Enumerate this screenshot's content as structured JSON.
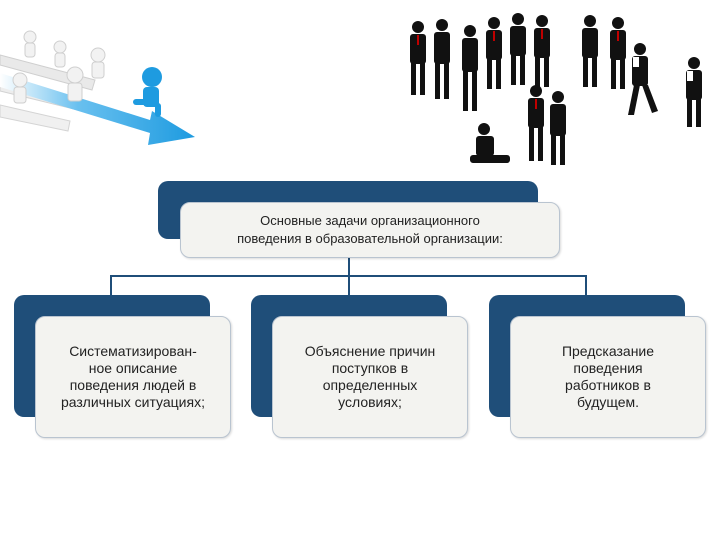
{
  "diagram": {
    "root": {
      "label": "Основные задачи организационного\nповедения в образовательной организации:"
    },
    "children": [
      {
        "label": "Систематизирован-\nное описание\nповедения людей в\nразличных ситуациях;"
      },
      {
        "label": "Объяснение причин\nпоступков в\nопределенных\nусловиях;"
      },
      {
        "label": "Предсказание\nповедения\nработников в\nбудущем."
      }
    ]
  },
  "colors": {
    "accent": "#1f4e79",
    "card_fill": "#f3f3f0",
    "arrow_blue": "#1e9be0"
  },
  "illustrations": [
    {
      "icon": "figures-on-arrow-illustration"
    },
    {
      "icon": "business-people-silhouettes-illustration"
    }
  ]
}
